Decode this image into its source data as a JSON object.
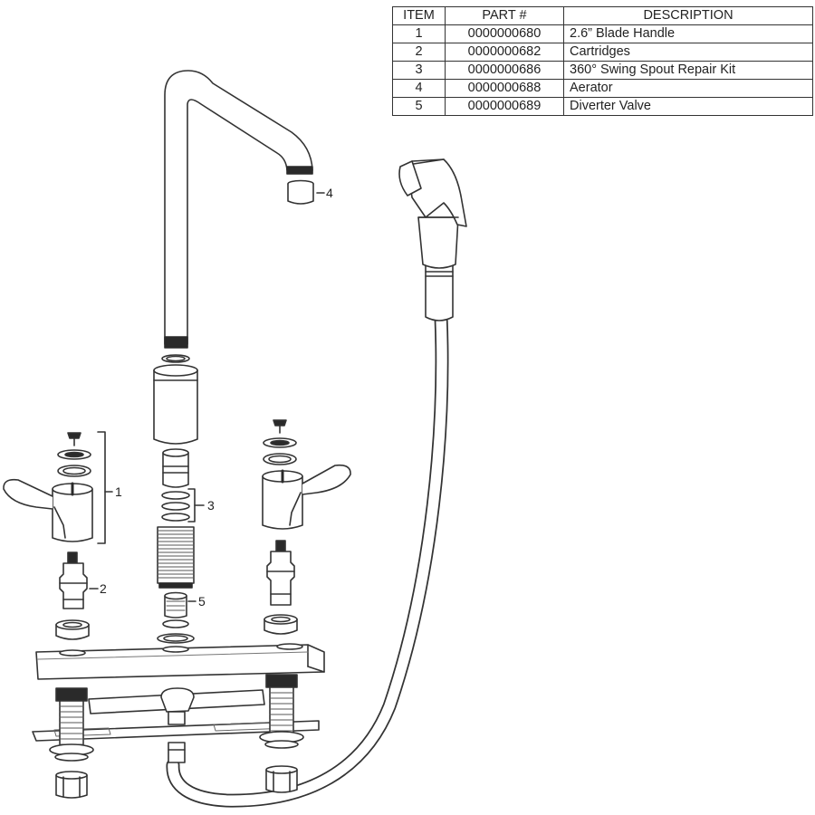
{
  "table": {
    "headers": {
      "item": "ITEM",
      "part": "PART #",
      "description": "DESCRIPTION"
    },
    "rows": [
      {
        "item": "1",
        "part": "0000000680",
        "description": "2.6” Blade Handle"
      },
      {
        "item": "2",
        "part": "0000000682",
        "description": "Cartridges"
      },
      {
        "item": "3",
        "part": "0000000686",
        "description": "360° Swing Spout Repair Kit"
      },
      {
        "item": "4",
        "part": "0000000688",
        "description": "Aerator"
      },
      {
        "item": "5",
        "part": "0000000689",
        "description": "Diverter Valve"
      }
    ]
  },
  "callouts": {
    "handle": "1",
    "cartridges": "2",
    "spout_kit": "3",
    "aerator": "4",
    "diverter": "5"
  },
  "colors": {
    "line": "#333333",
    "fill": "#ffffff",
    "dark": "#2a2a2a"
  }
}
